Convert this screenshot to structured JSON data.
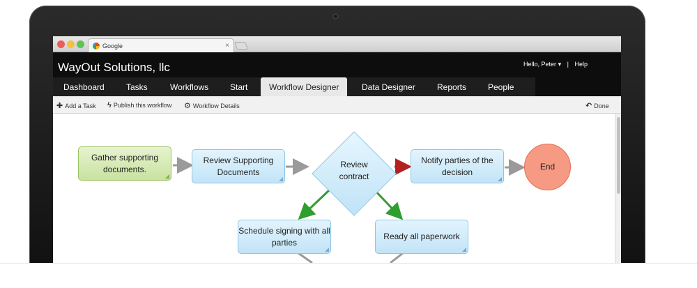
{
  "browser": {
    "tab_title": "Google"
  },
  "app": {
    "brand": "WayOut Solutions, llc",
    "greeting": "Hello, Peter",
    "help": "Help"
  },
  "nav": [
    {
      "label": "Dashboard"
    },
    {
      "label": "Tasks"
    },
    {
      "label": "Workflows"
    },
    {
      "label": "Start"
    },
    {
      "label": "Workflow Designer",
      "active": true
    },
    {
      "label": "Data Designer"
    },
    {
      "label": "Reports"
    },
    {
      "label": "People"
    }
  ],
  "toolbar": {
    "add_task": "Add a Task",
    "publish": "Publish this workflow",
    "details": "Workflow Details",
    "done": "Done"
  },
  "workflow": {
    "gather": "Gather supporting documents.",
    "review_docs": "Review Supporting Documents",
    "review_contract": "Review contract",
    "notify": "Notify parties of the decision",
    "end": "End",
    "schedule": "Schedule signing with all parties",
    "ready": "Ready all paperwork"
  },
  "colors": {
    "arrow_default": "#9a9a9a",
    "arrow_approve": "#2e9e2e",
    "arrow_reject": "#b22222"
  }
}
